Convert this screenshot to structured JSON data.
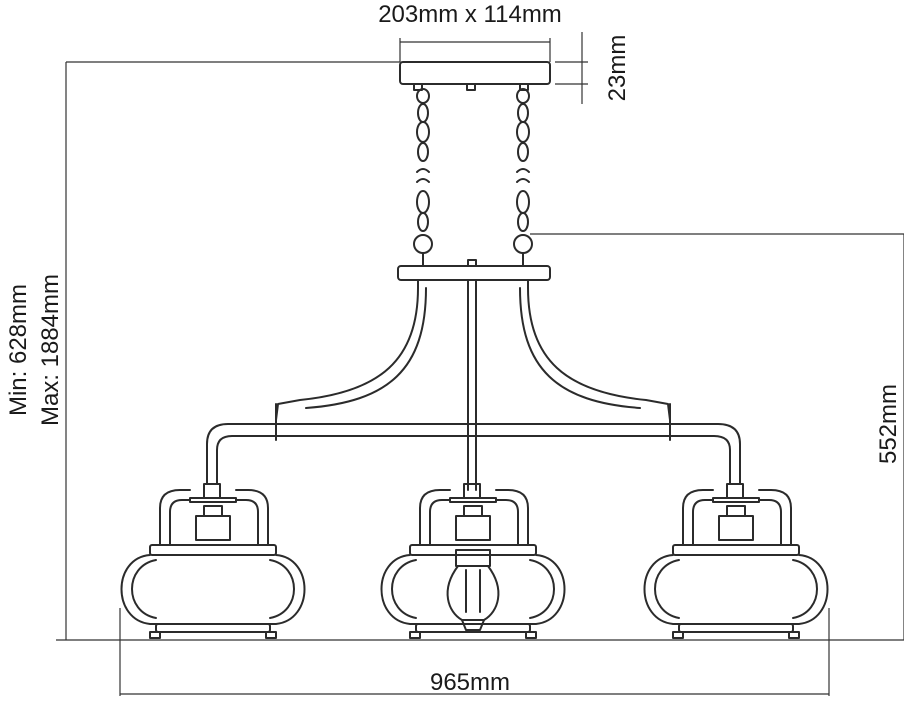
{
  "dimensions": {
    "canopy": "203mm x 114mm",
    "canopy_height": "23mm",
    "drop_min": "Min: 628mm",
    "drop_max": "Max: 1884mm",
    "body_height": "552mm",
    "width": "965mm"
  },
  "colors": {
    "line": "#2b2b2b",
    "dim_line": "#333333",
    "background": "#ffffff"
  }
}
